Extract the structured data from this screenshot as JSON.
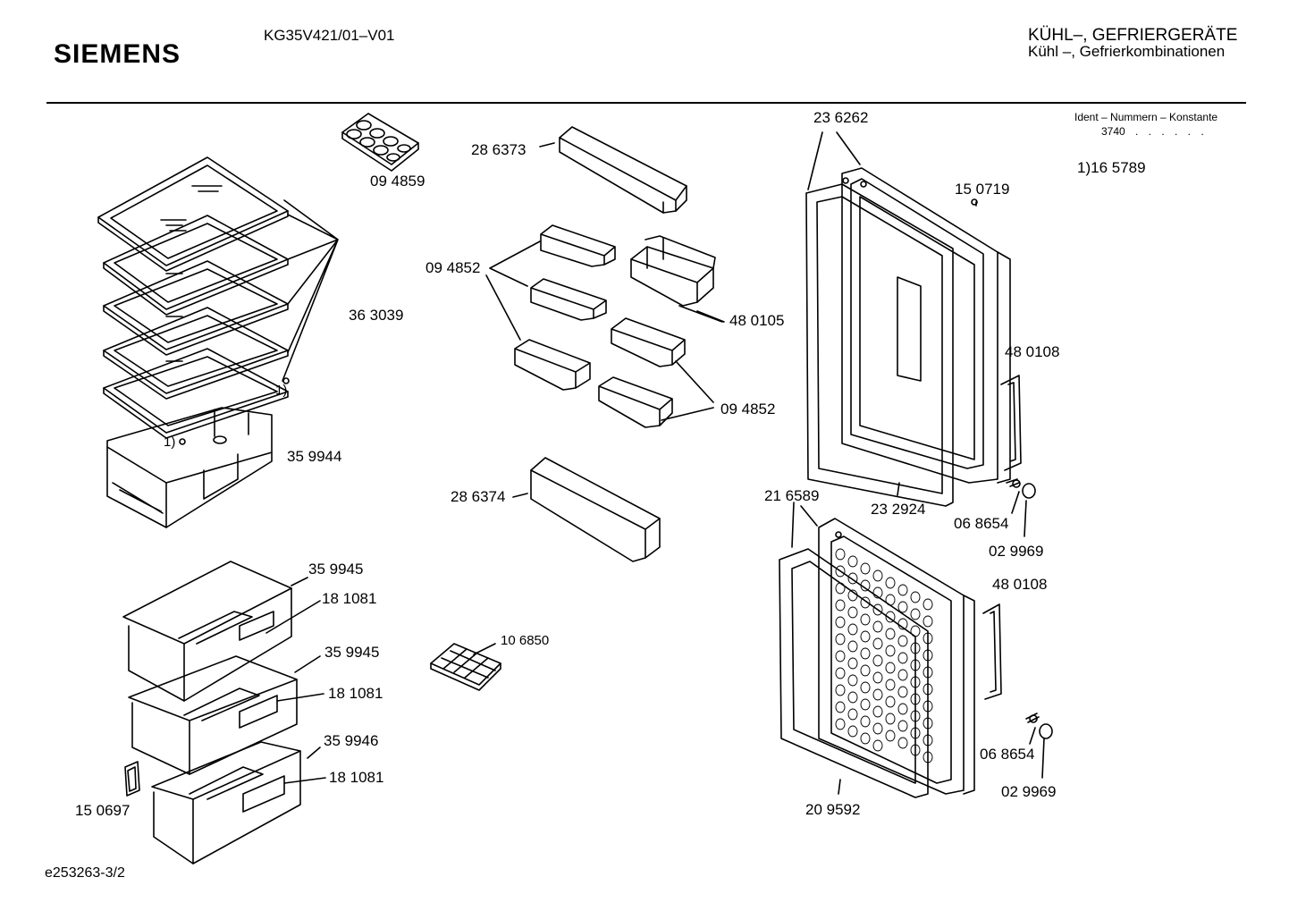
{
  "header": {
    "brand": "SIEMENS",
    "model": "KG35V421/01–V01",
    "category_line1": "KÜHL–, GEFRIERGERÄTE",
    "category_line2": "Kühl –, Gefrierkombinationen"
  },
  "ident": {
    "label": "Ident – Nummern – Konstante",
    "value": "3740",
    "dots": ". .  . . . ."
  },
  "note": "1)16 5789",
  "footer": "e253263-3/2",
  "part_labels": {
    "p094859": "09 4859",
    "p286373": "28 6373",
    "p236262": "23 6262",
    "p150719": "15 0719",
    "p094852a": "09 4852",
    "p363039": "36 3039",
    "p480105": "48 0105",
    "p480108a": "48 0108",
    "p094852b": "09 4852",
    "p1a": "1)",
    "p1b": "1)",
    "p359944": "35 9944",
    "p286374": "28 6374",
    "p232924": "23 2924",
    "p216589": "21 6589",
    "p068654a": "06 8654",
    "p029969a": "02 9969",
    "p359945a": "35 9945",
    "p181081a": "18 1081",
    "p480108b": "48 0108",
    "p106850": "10 6850",
    "p359945b": "35 9945",
    "p181081b": "18 1081",
    "p359946": "35 9946",
    "p181081c": "18 1081",
    "p068654b": "06 8654",
    "p150697": "15 0697",
    "p029969b": "02 9969",
    "p209592": "20 9592"
  }
}
